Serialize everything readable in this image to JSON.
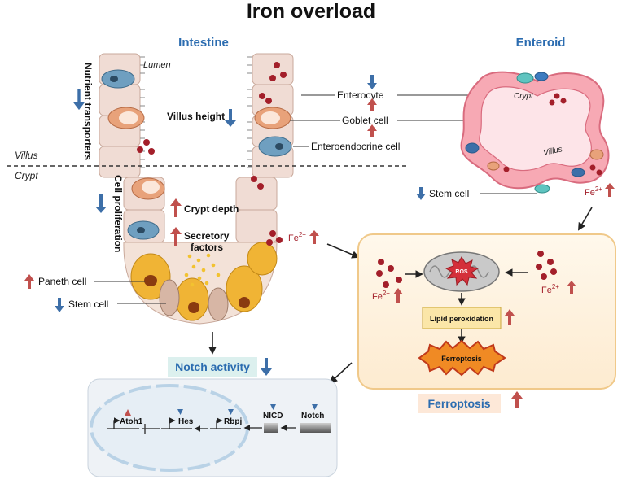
{
  "title": "Iron overload",
  "intestine": {
    "header": "Intestine",
    "lumen": "Lumen",
    "nutrient_transporters": "Nutrient transporters",
    "villus_height": "Villus height",
    "villus": "Villus",
    "crypt": "Crypt",
    "cell_proliferation": "Cell proliferation",
    "crypt_depth": "Crypt depth",
    "secretory_line1": "Secretory",
    "secretory_line2": "factors",
    "fe": "Fe",
    "fe_charge": "2+",
    "paneth_cell": "Paneth cell",
    "stem_cell": "Stem cell",
    "enterocyte": "Enterocyte",
    "goblet_cell": "Goblet cell",
    "enteroendocrine_cell": "Enteroendocrine cell"
  },
  "enteroid": {
    "header": "Enteroid",
    "crypt": "Crypt",
    "villus": "Villus",
    "stem_cell": "Stem cell",
    "fe": "Fe",
    "fe_charge": "2+"
  },
  "ferroptosis_box": {
    "ros": "ROS",
    "lipid_peroxidation": "Lipid peroxidation",
    "ferroptosis_burst": "Ferroptosis",
    "fe": "Fe",
    "fe_charge": "2+",
    "label": "Ferroptosis"
  },
  "notch": {
    "label": "Notch activity",
    "atoh1": "Atoh1",
    "hes": "Hes",
    "rbpj": "Rbpj",
    "nicd": "NICD",
    "notch": "Notch"
  },
  "colors": {
    "up_arrow": "#c0504d",
    "down_arrow": "#3d6fa8",
    "header_blue": "#2b6cb0",
    "iron_dot": "#a31f2a"
  }
}
